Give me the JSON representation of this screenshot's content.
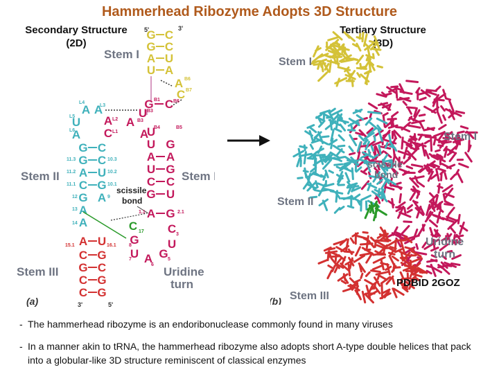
{
  "title": "Hammerhead Ribozyme Adopts 3D Structure",
  "header_2d": [
    "Secondary Structure",
    "(2D)"
  ],
  "header_3d": [
    "Tertiary Structure",
    "(3D)"
  ],
  "pdb_label": "PDBID 2GOZ",
  "fig2d": {
    "panel": "(a)",
    "stem_i": "Stem I",
    "stem_ii": "Stem II",
    "stem_iii": "Stem III",
    "scissile": [
      "scissile",
      "bond"
    ],
    "uridine": [
      "Uridine",
      "turn"
    ],
    "ends": [
      "5'",
      "3'",
      "3'",
      "5'"
    ],
    "nt": {
      "s1_left": [
        "G",
        "G",
        "A",
        "U"
      ],
      "s1_right": [
        "C",
        "C",
        "U",
        "A"
      ],
      "b6": "A",
      "b7": "C",
      "g1": "G",
      "c6": "C",
      "u3": "U",
      "a3": "A",
      "a2": "A",
      "c1": "C",
      "loop": [
        "A",
        "A",
        "U",
        "A"
      ],
      "s2_left": [
        "G",
        "G",
        "A",
        "C",
        "G",
        "A",
        "A"
      ],
      "s2_right": [
        "C",
        "C",
        "U",
        "G",
        "A"
      ],
      "s1b_right": [
        "U",
        "U",
        "A",
        "U",
        "C",
        "G",
        "G",
        "A",
        "G",
        "C",
        "U"
      ],
      "u151": "U",
      "a151": "A",
      "s3_left": [
        "C",
        "G",
        "C",
        "C"
      ],
      "s3_right": [
        "G",
        "C",
        "G",
        "G"
      ],
      "c17": "C",
      "g8": "G",
      "u7": "U",
      "a6": "A",
      "g5": "G"
    },
    "small": {
      "l4": "L4",
      "l3": "L3",
      "l5": "L5",
      "l6": "L6",
      "l2": "L2",
      "l1": "L1",
      "b6": "B6",
      "b7": "B7",
      "b1": "B1",
      "b3": "B3",
      "b4": "B4",
      "b5": "B5",
      "n11_3": "11.3",
      "n11_2": "11.2",
      "n11_1": "11.1",
      "n10_3": "10.3",
      "n10_2": "10.2",
      "n10_1": "10.1",
      "n12": "12",
      "n13": "13",
      "n14": "14",
      "n15_1": "15.1",
      "n16_1": "16.1",
      "n1_1": "1.1",
      "n2_1": "2.1",
      "n9": "9",
      "n17": "17",
      "n8": "8",
      "n7": "7",
      "n6": "6",
      "n5": "5",
      "n3": "3"
    }
  },
  "fig3d": {
    "panel": "(b)",
    "stem_i_top": "Stem I",
    "stem_i_right": "Stem I",
    "stem_ii": "Stem II",
    "stem_iii": "Stem III",
    "scissile": [
      "scissile",
      "bond"
    ],
    "uridine": [
      "Uridine",
      "turn"
    ]
  },
  "colors": {
    "title": "#b05a1c",
    "stem_i": "#d4c238",
    "stem_i_label_2d": "#d79ac0",
    "stem_ii": "#3fb1bb",
    "stem_iii": "#d33131",
    "core": "#c3185b",
    "green": "#2a9a2a",
    "label_2d": "#6e7482"
  },
  "bullets": [
    "The hammerhead ribozyme is an endoribonuclease commonly found in many viruses",
    "In a manner akin to tRNA, the hammerhead ribozyme also adopts short A-type double helices that pack into a globular-like 3D structure reminiscent of classical enzymes"
  ]
}
